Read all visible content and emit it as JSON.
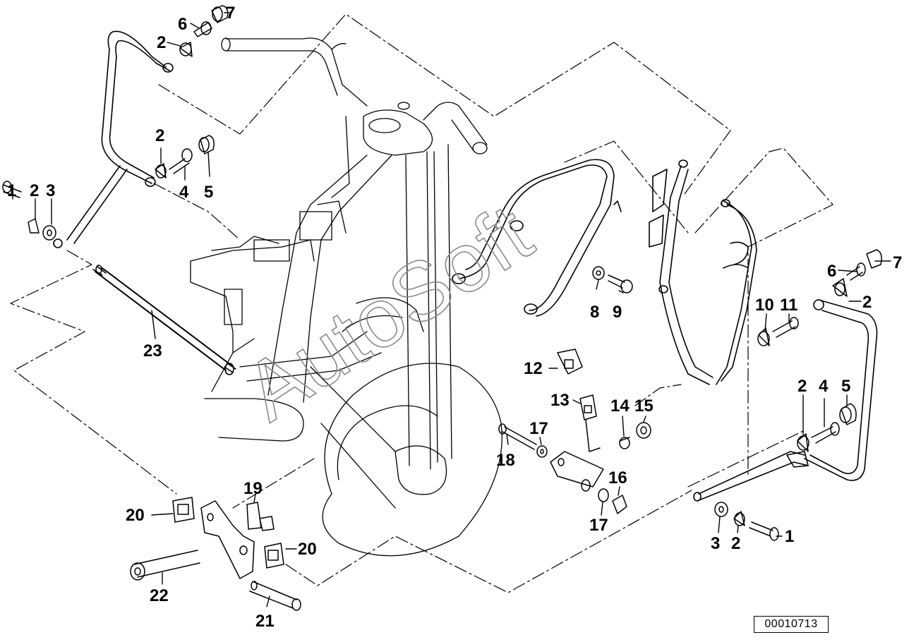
{
  "diagram": {
    "reference_code": "00010713",
    "watermark_text": "AutoSoft",
    "colors": {
      "line": "#000000",
      "watermark": "#8a8a8a",
      "background": "#ffffff"
    },
    "callouts": [
      {
        "id": "c7a",
        "text": "7"
      },
      {
        "id": "c6a",
        "text": "6"
      },
      {
        "id": "c2a",
        "text": "2"
      },
      {
        "id": "c2b",
        "text": "2"
      },
      {
        "id": "c4a",
        "text": "4"
      },
      {
        "id": "c5a",
        "text": "5"
      },
      {
        "id": "c1a",
        "text": "1"
      },
      {
        "id": "c2c",
        "text": "2"
      },
      {
        "id": "c3a",
        "text": "3"
      },
      {
        "id": "c23",
        "text": "23"
      },
      {
        "id": "c8",
        "text": "8"
      },
      {
        "id": "c9",
        "text": "9"
      },
      {
        "id": "c10",
        "text": "10"
      },
      {
        "id": "c11",
        "text": "11"
      },
      {
        "id": "c12",
        "text": "12"
      },
      {
        "id": "c13",
        "text": "13"
      },
      {
        "id": "c14",
        "text": "14"
      },
      {
        "id": "c15",
        "text": "15"
      },
      {
        "id": "c17a",
        "text": "17"
      },
      {
        "id": "c18",
        "text": "18"
      },
      {
        "id": "c16",
        "text": "16"
      },
      {
        "id": "c17b",
        "text": "17"
      },
      {
        "id": "c6b",
        "text": "6"
      },
      {
        "id": "c7b",
        "text": "7"
      },
      {
        "id": "c2d",
        "text": "2"
      },
      {
        "id": "c2e",
        "text": "2"
      },
      {
        "id": "c4b",
        "text": "4"
      },
      {
        "id": "c5b",
        "text": "5"
      },
      {
        "id": "c3b",
        "text": "3"
      },
      {
        "id": "c2f",
        "text": "2"
      },
      {
        "id": "c1b",
        "text": "1"
      },
      {
        "id": "c19",
        "text": "19"
      },
      {
        "id": "c20a",
        "text": "20"
      },
      {
        "id": "c20b",
        "text": "20"
      },
      {
        "id": "c22",
        "text": "22"
      },
      {
        "id": "c21",
        "text": "21"
      }
    ]
  }
}
